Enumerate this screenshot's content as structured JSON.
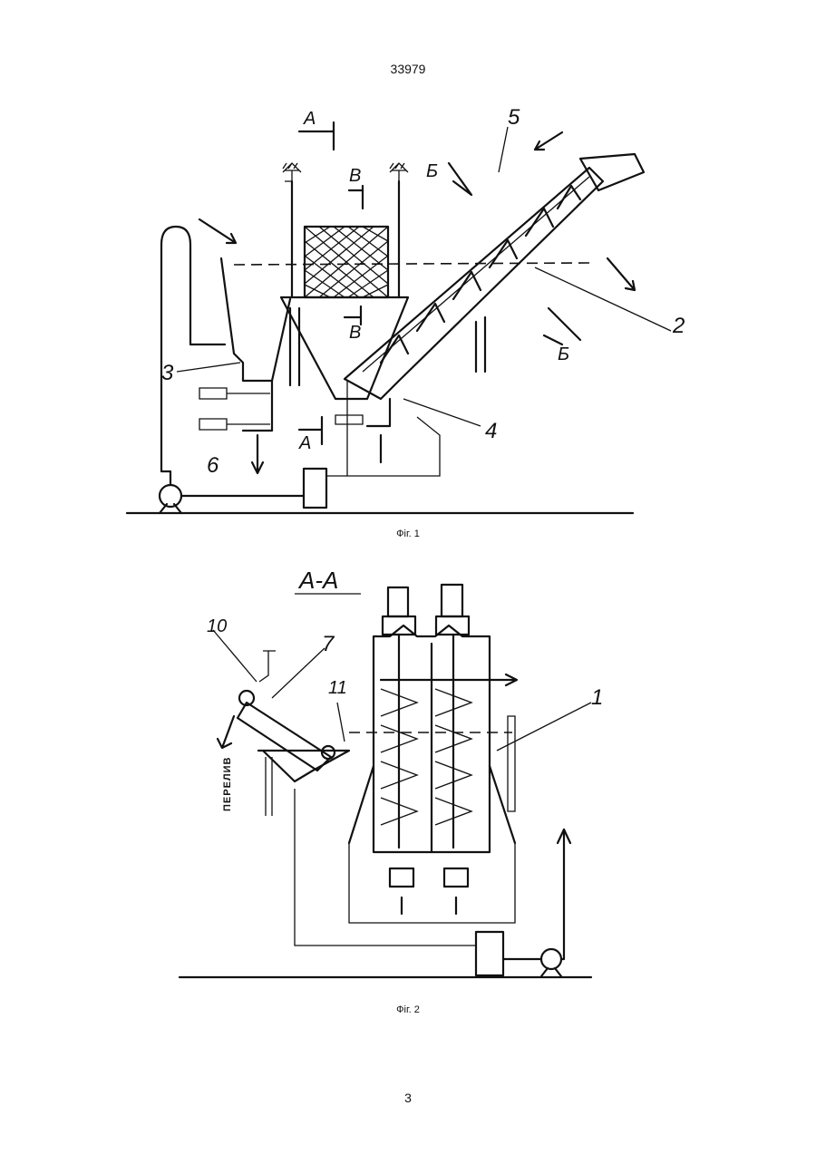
{
  "document": {
    "patent_number": "33979",
    "page_number": "3"
  },
  "figure1": {
    "caption": "Фіг. 1",
    "section_marks": [
      "А",
      "А",
      "В",
      "В",
      "Б",
      "Б"
    ],
    "callouts": [
      "2",
      "3",
      "4",
      "5",
      "6"
    ]
  },
  "figure2": {
    "caption": "Фіг. 2",
    "section_title": "А-А",
    "side_label": "ПЕРЕЛИВ",
    "callouts": [
      "1",
      "7",
      "10",
      "11"
    ]
  }
}
